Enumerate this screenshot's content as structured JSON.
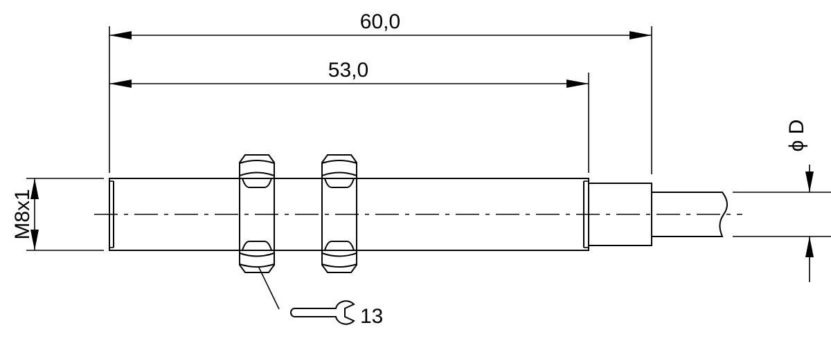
{
  "dimensions": {
    "overall_length": "60,0",
    "thread_length": "53,0",
    "thread": "M8x1",
    "cable_diameter": "ϕ D",
    "wrench_size": "13"
  },
  "icons": {
    "wrench": "wrench-icon"
  }
}
